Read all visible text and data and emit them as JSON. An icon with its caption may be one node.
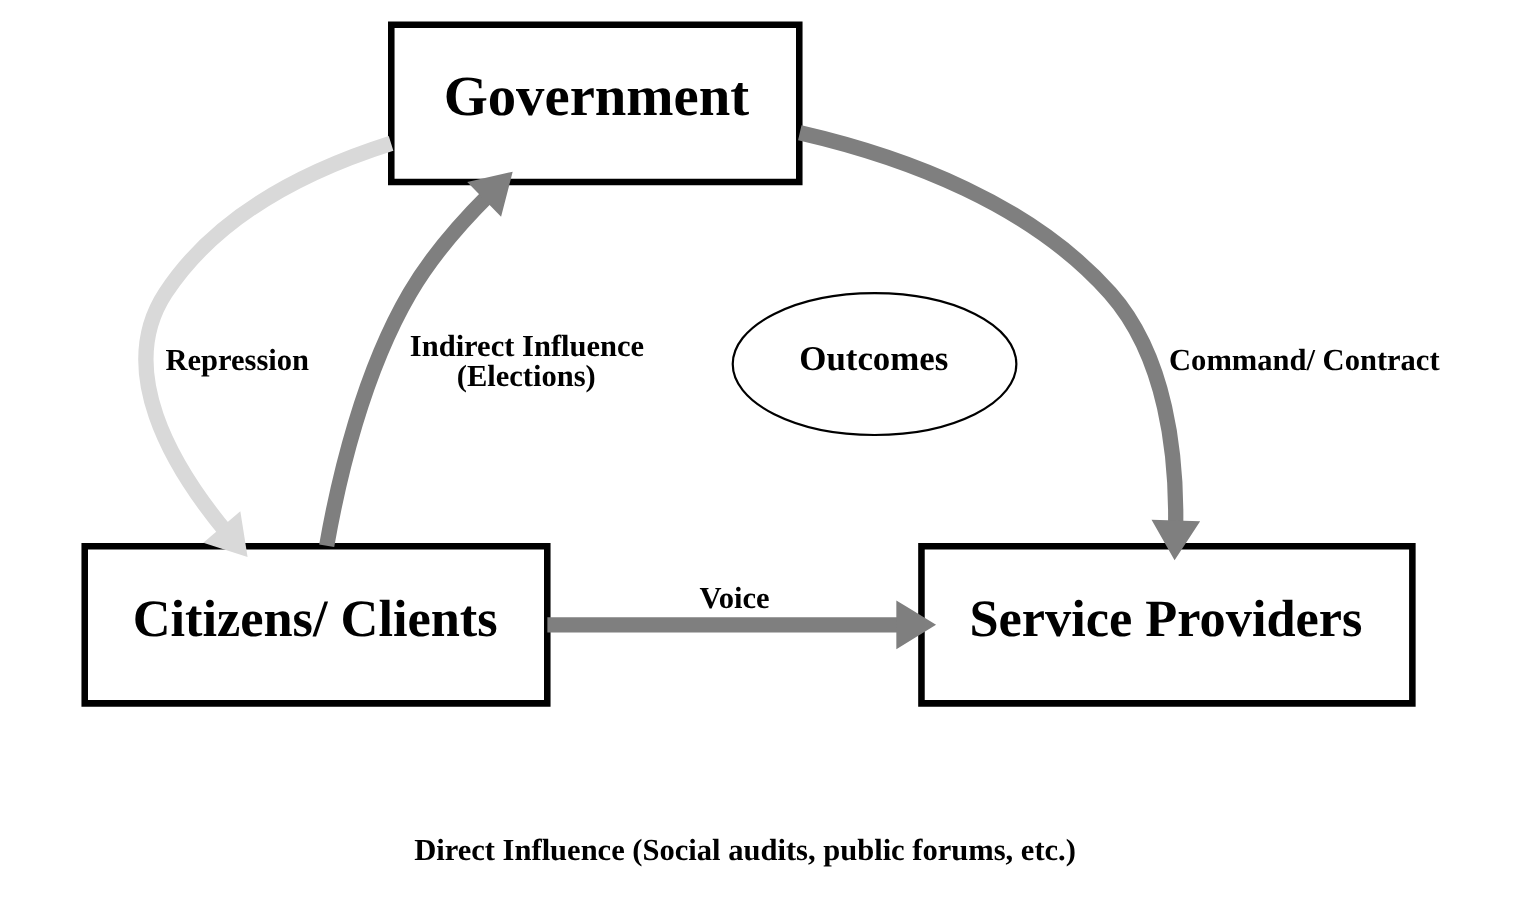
{
  "diagram": {
    "nodes": [
      {
        "text": [
          "Government"
        ]
      },
      {
        "text": [
          "Outcomes"
        ]
      },
      {
        "text": [
          "Citizens/ Clients"
        ]
      },
      {
        "text": [
          "Service Providers"
        ]
      }
    ],
    "edges": [
      {
        "from": 2,
        "to": 0,
        "arrow": "to",
        "label": "Indirect Influence (Elections)"
      },
      {
        "from": 0,
        "to": 2,
        "arrow": "to",
        "label": "Repression",
        "color": "#d9d9d9"
      },
      {
        "from": 0,
        "to": 3,
        "arrow": "to",
        "label": "Command/ Contract"
      },
      {
        "from": 2,
        "to": 3,
        "arrow": "to",
        "label": "Voice"
      }
    ],
    "labels": [
      "Direct Influence (Social audits, public forums, etc.)"
    ]
  }
}
